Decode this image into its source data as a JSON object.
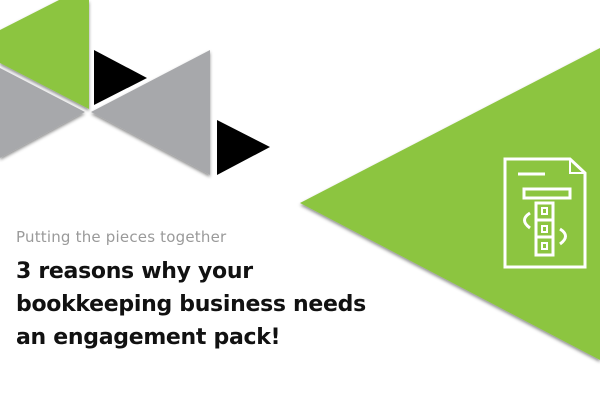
{
  "banner": {
    "subtitle": "Putting the pieces together",
    "title_lines": [
      "3 reasons why your",
      "bookkeeping business needs",
      "an engagement pack!"
    ],
    "icon": "engagement-document-icon"
  },
  "colors": {
    "green": "#8cc540",
    "gray": "#a7a8ab",
    "black": "#000000",
    "subtitle": "#9a9a9a"
  }
}
